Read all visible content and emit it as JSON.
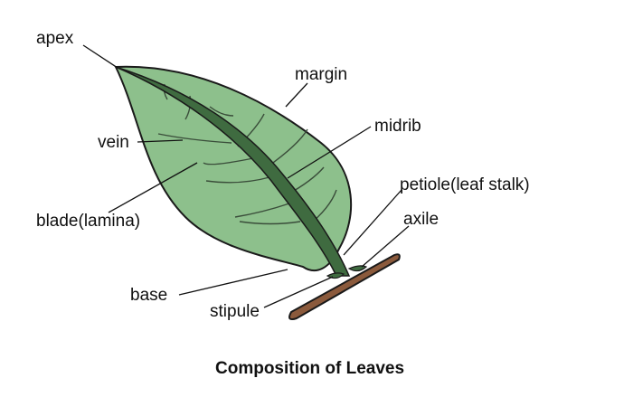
{
  "title": "Composition of Leaves",
  "labels": {
    "apex": "apex",
    "margin": "margin",
    "vein": "vein",
    "midrib": "midrib",
    "petiole": "petiole(leaf stalk)",
    "axile": "axile",
    "blade": "blade(lamina)",
    "base": "base",
    "stipule": "stipule"
  },
  "colors": {
    "blade": "#8dc08c",
    "midrib": "#3f6b40",
    "stem": "#8b5a3c",
    "vein": "#3a4d3a",
    "outline": "#1a1a1a"
  }
}
